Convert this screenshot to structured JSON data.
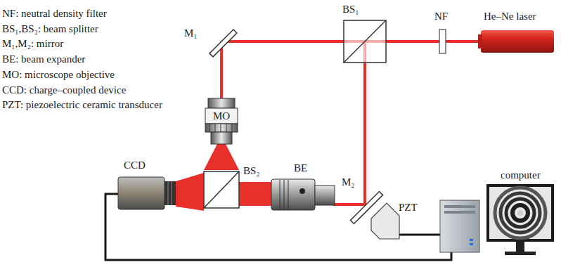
{
  "diagram": {
    "labels": [
      "NF: neutral density filter",
      "BS₁,BS₂: beam splitter",
      "M₁,M₂: mirror",
      "BE: beam expander",
      "MO: microscope objective",
      "CCD: charge–coupled device",
      "PZT: piezoelectric ceramic transducer",
      "M₁",
      "BS₁",
      "NF",
      "He–Ne laser",
      "MO",
      "BS₂",
      "CCD",
      "BE",
      "M₂",
      "PZT",
      "computer"
    ]
  }
}
